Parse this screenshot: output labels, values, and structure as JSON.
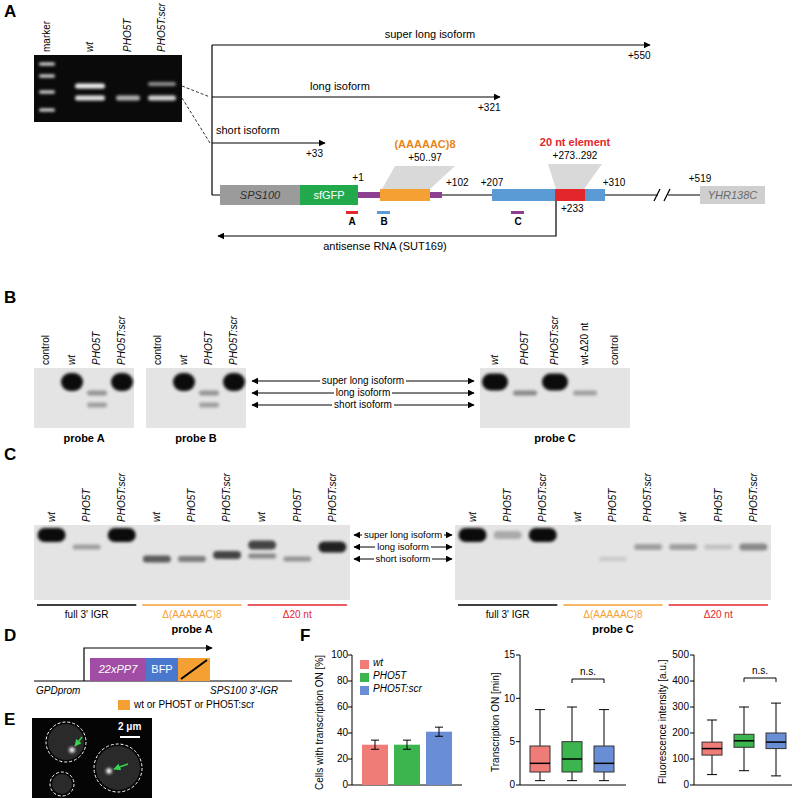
{
  "diagram": {
    "nodes": [
      {
        "text": [
          "SPS100"
        ]
      },
      {
        "text": [
          "sfGFP"
        ]
      },
      {
        "text": [
          "YHR138C"
        ]
      },
      {
        "text": [
          "22xPP7"
        ]
      },
      {
        "text": [
          "BFP"
        ]
      }
    ],
    "labels": [
      "A",
      "marker",
      "wt",
      "PHO5T",
      "PHO5T:scr",
      "super long isoform",
      "+550",
      "long isoform",
      "+321",
      "short isoform",
      "+33",
      "(AAAAAC)8",
      "+50..97",
      "+1",
      "+102",
      "+207",
      "20 nt element",
      "+273..292",
      "+310",
      "+233",
      "+519",
      "A",
      "B",
      "C",
      "antisense RNA (SUT169)",
      "B",
      "control",
      "wt",
      "PHO5T",
      "PHO5T:scr",
      "probe A",
      "control",
      "wt",
      "PHO5T",
      "PHO5T:scr",
      "probe B",
      "super long isoform",
      "long isoform",
      "short isoform",
      "wt",
      "PHO5T",
      "PHO5T:scr",
      "wt-Δ20 nt",
      "control",
      "probe C",
      "C",
      "wt",
      "PHO5T",
      "PHO5T:scr",
      "wt",
      "PHO5T",
      "PHO5T:scr",
      "wt",
      "PHO5T",
      "PHO5T:scr",
      "full 3' IGR",
      "Δ(AAAAAC)8",
      "Δ20 nt",
      "probe A",
      "super long isoform",
      "long isoform",
      "short isoform",
      "wt",
      "PHO5T",
      "PHO5T:scr",
      "wt",
      "PHO5T",
      "PHO5T:scr",
      "wt",
      "PHO5T",
      "PHO5T:scr",
      "full 3' IGR",
      "Δ(AAAAAC)8",
      "Δ20 nt",
      "probe C",
      "D",
      "GPDprom",
      "SPS100 3'-IGR",
      "E",
      "2 μm",
      "F",
      "Cells with transcription ON [%]",
      "0",
      "20",
      "40",
      "60",
      "80",
      "100",
      "Transcription ON [min]",
      "0",
      "5",
      "10",
      "15",
      "n.s.",
      "Fluorescence intensity [a.u.]",
      "0",
      "100",
      "200",
      "300",
      "400",
      "500",
      "n.s."
    ],
    "legend": [
      {
        "text": "wt or PHO5T or PHO5T:scr",
        "color": "#f5a032"
      },
      {
        "text": "wt",
        "color": "#f07c78"
      },
      {
        "text": "PHO5T",
        "color": "#3db54e"
      },
      {
        "text": "PHO5T:scr",
        "color": "#6a8ed6"
      }
    ]
  }
}
